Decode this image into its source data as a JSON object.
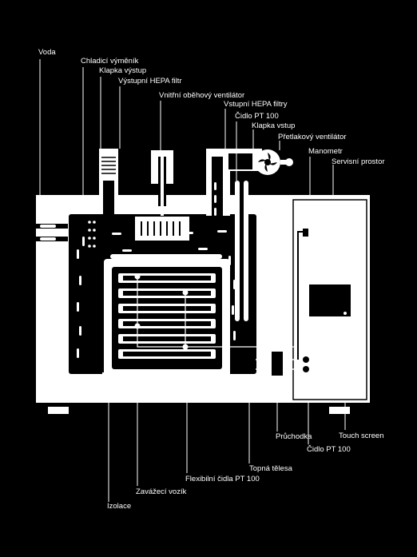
{
  "colors": {
    "background": "#000000",
    "foreground": "#ffffff"
  },
  "labels_top": {
    "voda": "Voda",
    "chladici_vymenik": "Chladicí výměník",
    "klapka_vystup": "Klapka výstup",
    "vystupni_hepa_filtr": "Výstupní HEPA filtr",
    "vnitrni_obehovy_ventilator": "Vnitřní oběhový ventilátor",
    "vstupni_hepa_filtry": "Vstupní HEPA filtry",
    "cidlo_pt100_top": "Čidlo PT 100",
    "klapka_vstup": "Klapka vstup",
    "pretlakovy_ventilator": "Přetlakový ventilátor",
    "manometr": "Manometr",
    "servisni_prostor": "Servisní prostor"
  },
  "labels_bottom": {
    "touch_screen": "Touch screen",
    "cidlo_pt100_bottom": "Čidlo PT 100",
    "pruchodka": "Průchodka",
    "topna_telesa": "Topná tělesa",
    "flexibilni_cidla": "Flexibilní čidla PT 100",
    "zavazeci_vozik": "Zavážecí vozík",
    "izolace": "Izolace"
  }
}
